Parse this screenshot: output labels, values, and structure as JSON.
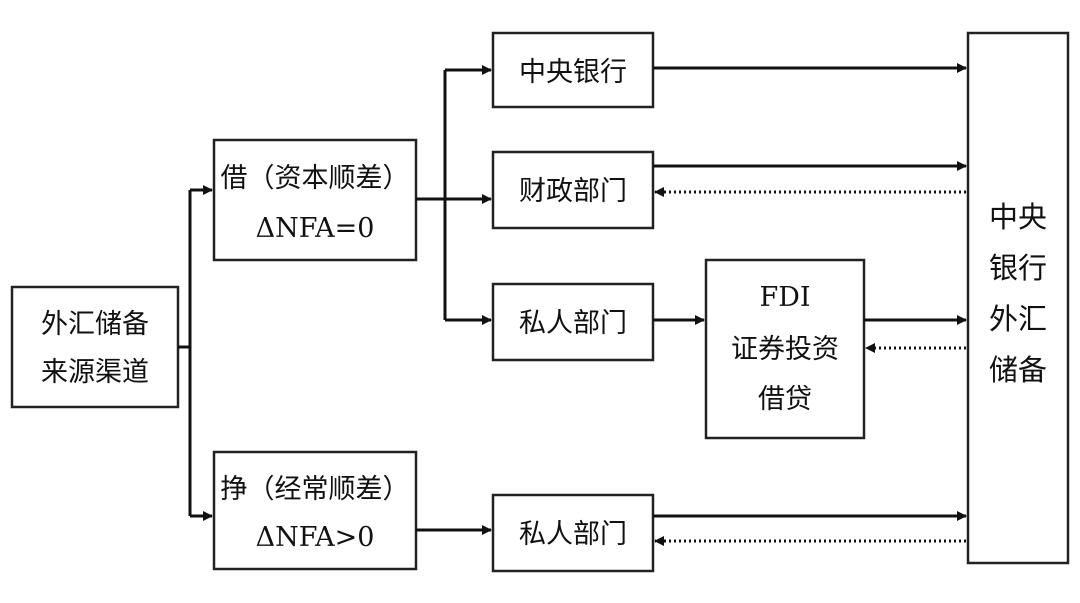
{
  "nodes": {
    "source": [
      "外汇储备",
      "来源渠道"
    ],
    "borrow": [
      "借（资本顺差）",
      "ΔNFA=0"
    ],
    "earn": [
      "挣（经常顺差）",
      "ΔNFA>0"
    ],
    "central_bank": "中央银行",
    "fiscal_dept": "财政部门",
    "private_dept_upper": "私人部门",
    "private_dept_lower": "私人部门",
    "fdi_group": [
      "FDI",
      "证券投资",
      "借贷"
    ],
    "reserves": [
      "中央",
      "银行",
      "外汇",
      "储备"
    ]
  }
}
